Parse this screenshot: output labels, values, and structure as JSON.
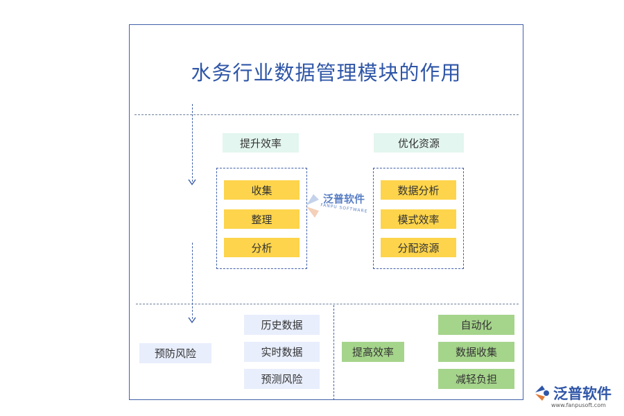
{
  "title": "水务行业数据管理模块的作用",
  "top_section": {
    "left_header": "提升效率",
    "right_header": "优化资源",
    "left_items": [
      "收集",
      "整理",
      "分析"
    ],
    "right_items": [
      "数据分析",
      "模式效率",
      "分配资源"
    ]
  },
  "bottom_section": {
    "left_root": "预防风险",
    "left_items": [
      "历史数据",
      "实时数据",
      "预测风险"
    ],
    "right_root": "提高效率",
    "right_items": [
      "自动化",
      "数据收集",
      "减轻负担"
    ]
  },
  "watermark": {
    "text": "泛普软件",
    "sub": "FANPU SOFTWARE"
  },
  "logo": {
    "text": "泛普软件",
    "url": "www.fanpusoft.com"
  },
  "colors": {
    "border": "#3f5fa8",
    "title": "#2f56a7",
    "mint": "#e3f6ef",
    "yellow": "#fdd44b",
    "lavender": "#e8eefc",
    "green": "#a5d48b"
  }
}
